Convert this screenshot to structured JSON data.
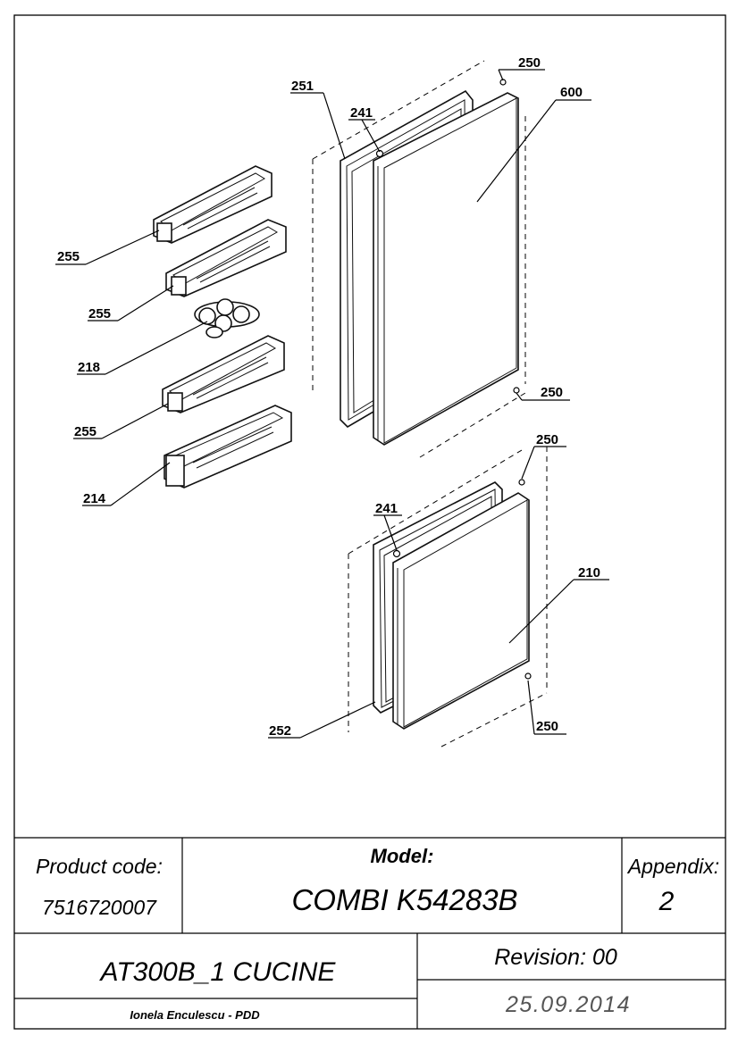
{
  "callouts": {
    "c250a": "250",
    "c600": "600",
    "c251": "251",
    "c241a": "241",
    "c255a": "255",
    "c255b": "255",
    "c218": "218",
    "c255c": "255",
    "c214": "214",
    "c250b": "250",
    "c250c": "250",
    "c241b": "241",
    "c210": "210",
    "c252": "252",
    "c250d": "250"
  },
  "title_block": {
    "product_code_label": "Product code:",
    "product_code_value": "7516720007",
    "model_label": "Model:",
    "model_value": "COMBI K54283B",
    "appendix_label": "Appendix:",
    "appendix_value": "2",
    "drawing_name": "AT300B_1 CUCINE",
    "revision": "Revision: 00",
    "author": "Ionela Enculescu - PDD",
    "date": "25.09.2014"
  }
}
